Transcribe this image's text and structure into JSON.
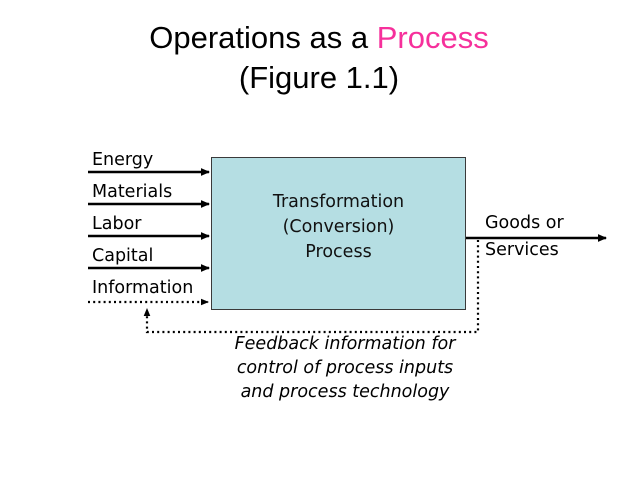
{
  "title": {
    "line1_plain": "Operations as a ",
    "line1_accent": "Process",
    "line2": "(Figure 1.1)",
    "accent_color": "#F6309B"
  },
  "process_box": {
    "fill_color": "#B5DEE3",
    "border_color": "#3A3A3A",
    "label_line1": "Transformation",
    "label_line2": "(Conversion)",
    "label_line3": "Process"
  },
  "inputs": [
    {
      "label": "Energy",
      "arrow_style": "solid"
    },
    {
      "label": "Materials",
      "arrow_style": "solid"
    },
    {
      "label": "Labor",
      "arrow_style": "solid"
    },
    {
      "label": "Capital",
      "arrow_style": "solid"
    },
    {
      "label": "Information",
      "arrow_style": "dotted"
    }
  ],
  "outputs": {
    "label_line1": "Goods or",
    "label_line2": "Services",
    "arrow_style": "solid"
  },
  "feedback": {
    "arrow_style": "dotted",
    "caption_line1": "Feedback information for",
    "caption_line2": "control of process inputs",
    "caption_line3": "and process technology"
  }
}
